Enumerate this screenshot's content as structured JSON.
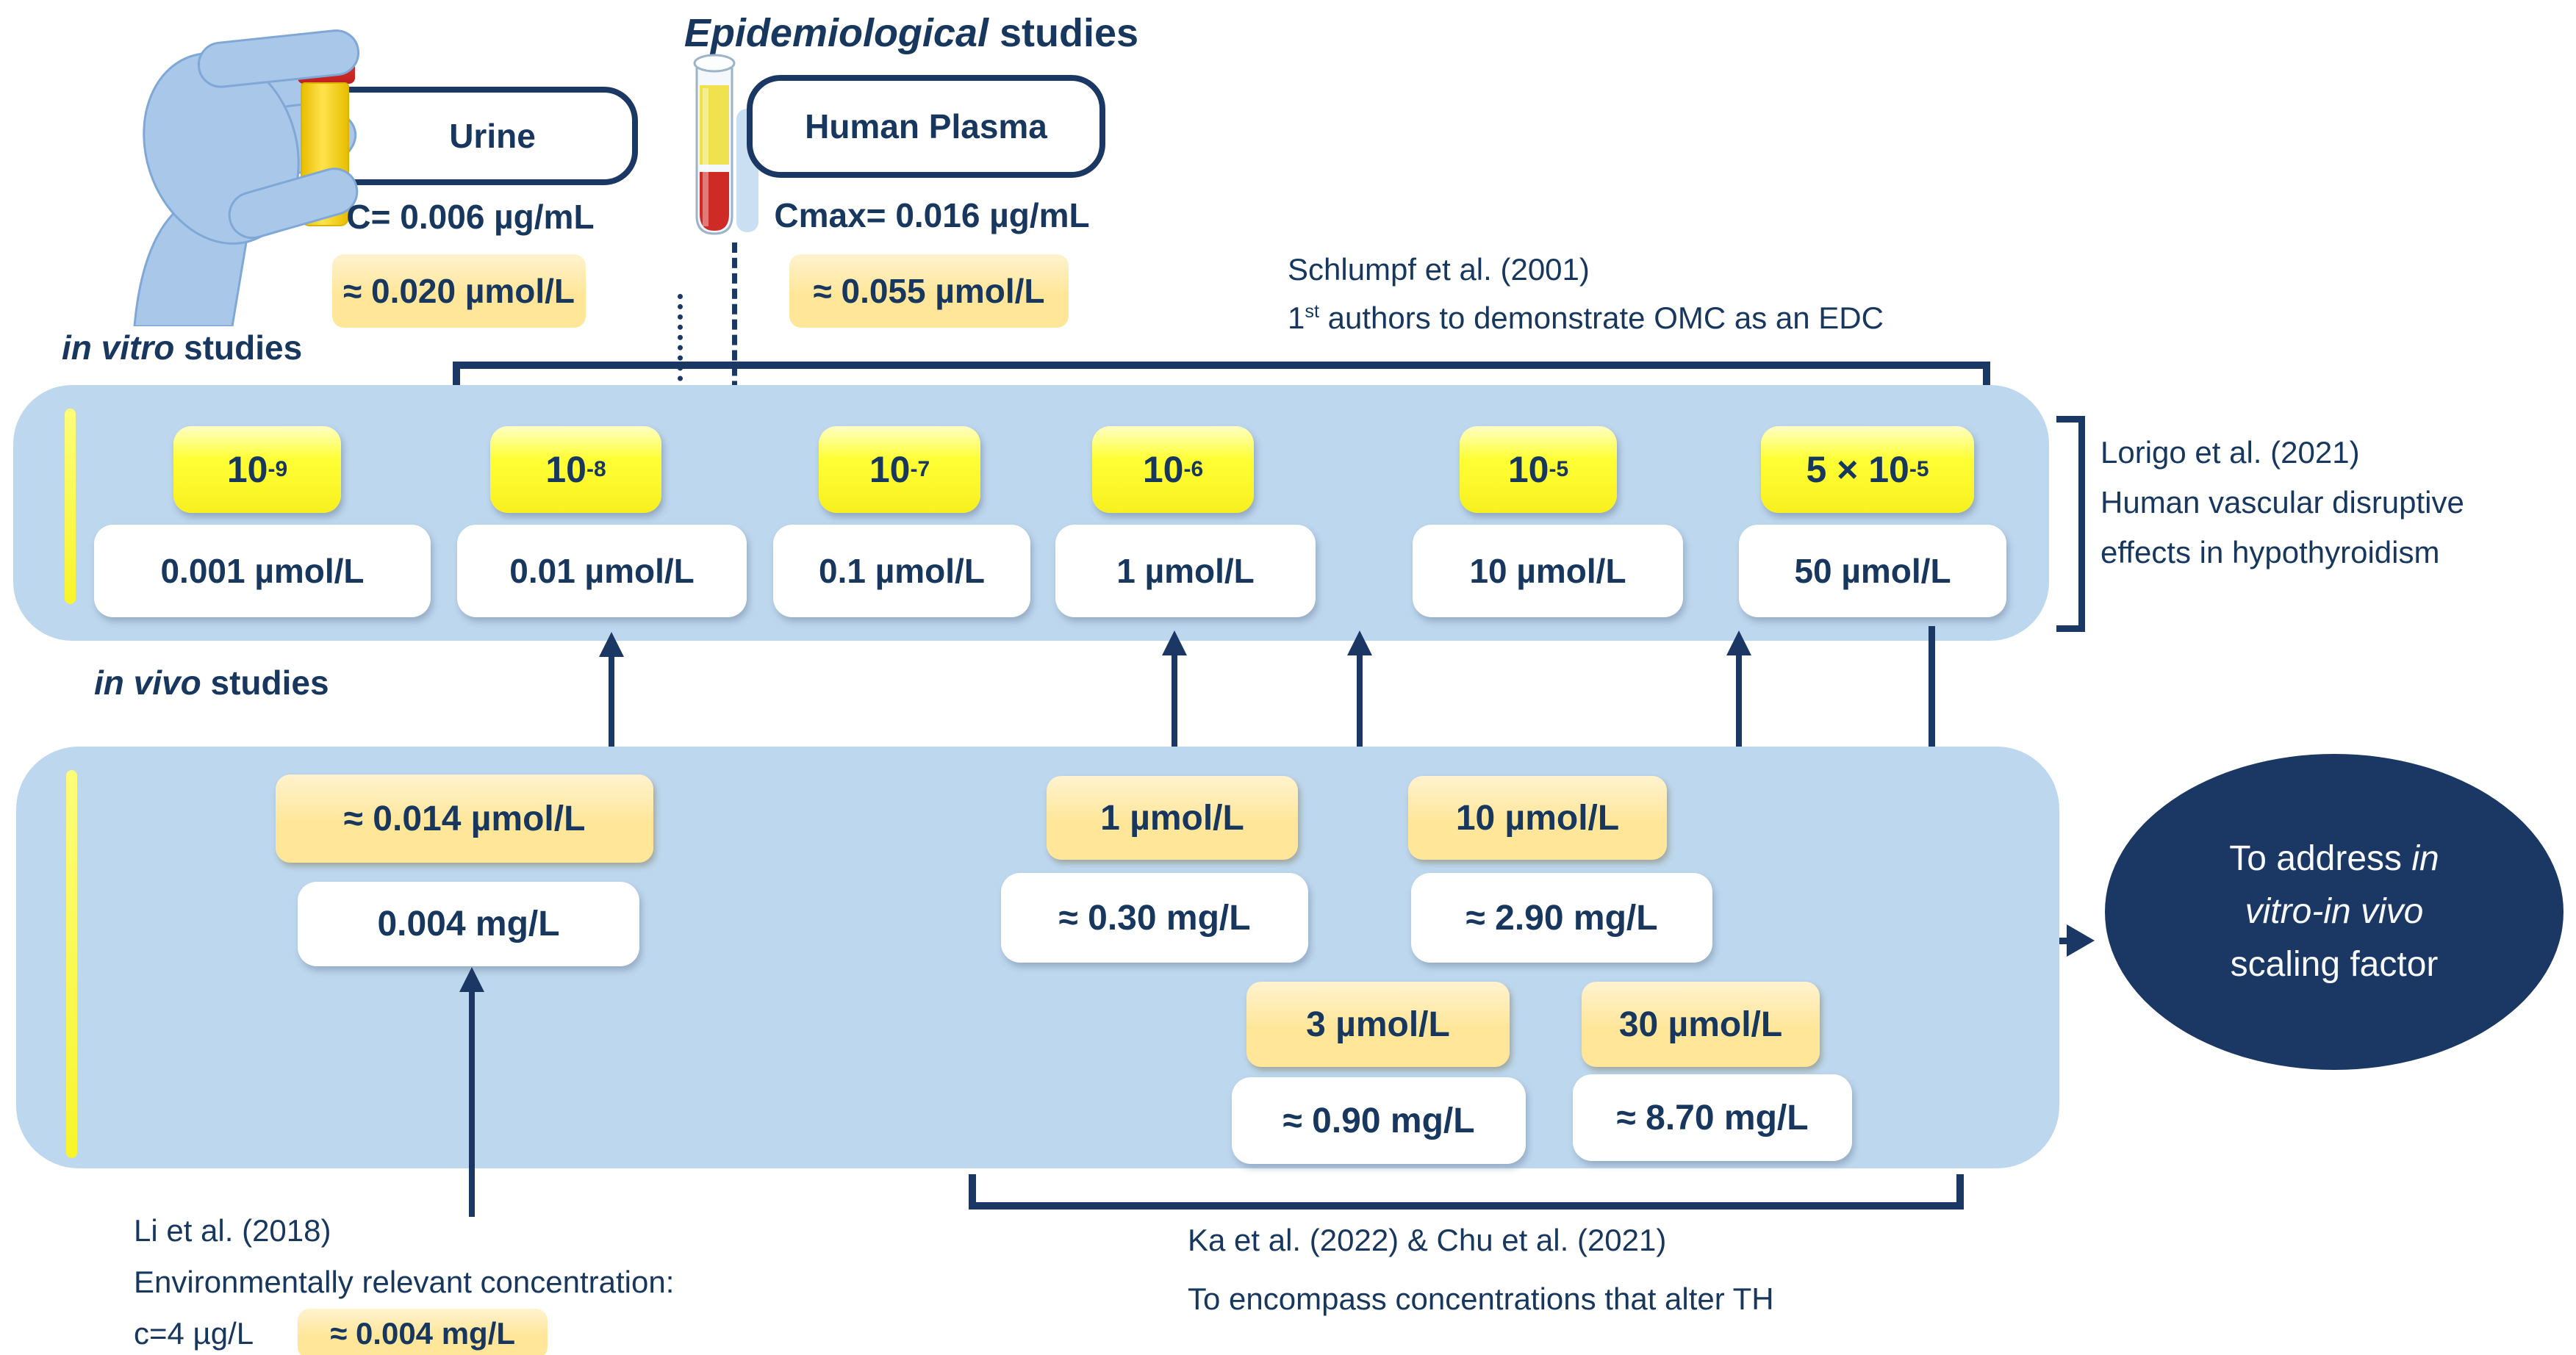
{
  "colors": {
    "navy": "#1B3764",
    "panel_blue": "#BDD7EE",
    "yellow": "#FFFF35",
    "tan": "#FFE699",
    "glove_blue": "#A9C7E9",
    "cap_red": "#CE2B26",
    "urine_yellow": "#F8D700"
  },
  "epidemiology": {
    "title": {
      "italic": "Epidemiological",
      "rest": " studies"
    },
    "urine": {
      "label": "Urine",
      "concentration": "C= 0.006 µg/mL",
      "molar": "≈ 0.020 µmol/L"
    },
    "plasma": {
      "label": "Human Plasma",
      "concentration": "Cmax= 0.016 µg/mL",
      "molar": "≈ 0.055 µmol/L"
    }
  },
  "schlumpf_note": {
    "line1": "Schlumpf et al. (2001)",
    "line2_num": "1",
    "line2_sup": "st",
    "line2_rest": " authors to demonstrate OMC as an EDC"
  },
  "in_vitro": {
    "label": {
      "italic": "in vitro",
      "rest": " studies"
    },
    "columns": [
      {
        "power_base": "10",
        "power_exp": "-9",
        "value": "0.001 µmol/L"
      },
      {
        "power_base": "10",
        "power_exp": "-8",
        "value": "0.01 µmol/L"
      },
      {
        "power_base": "10",
        "power_exp": "-7",
        "value": "0.1 µmol/L"
      },
      {
        "power_base": "10",
        "power_exp": "-6",
        "value": "1 µmol/L"
      },
      {
        "power_base": "10",
        "power_exp": "-5",
        "value": "10 µmol/L"
      },
      {
        "power_base": "5 × 10",
        "power_exp": "-5",
        "value": "50 µmol/L"
      }
    ]
  },
  "lorigo_note": {
    "line1": "Lorigo et al. (2021)",
    "line2": "Human vascular disruptive",
    "line3": "effects in hypothyroidism"
  },
  "in_vivo": {
    "label": {
      "italic": "in vivo",
      "rest": " studies"
    },
    "boxes": [
      {
        "molar": "≈ 0.014 µmol/L",
        "mass": "0.004 mg/L"
      },
      {
        "molar": "1 µmol/L",
        "mass": "≈ 0.30 mg/L"
      },
      {
        "molar": "10 µmol/L",
        "mass": "≈ 2.90 mg/L"
      },
      {
        "molar": "3 µmol/L",
        "mass": "≈ 0.90 mg/L"
      },
      {
        "molar": "30 µmol/L",
        "mass": "≈ 8.70 mg/L"
      }
    ]
  },
  "li_note": {
    "line1": "Li et al. (2018)",
    "line2": "Environmentally relevant concentration:",
    "line3": "c=4 µg/L",
    "badge": "≈ 0.004 mg/L"
  },
  "ka_note": {
    "line1": "Ka et al. (2022) & Chu et al. (2021)",
    "line2": "To encompass concentrations that alter TH"
  },
  "scaling": {
    "pre": "To address ",
    "it1": "in",
    "it2": "vitro-in vivo",
    "rest": "scaling factor"
  }
}
